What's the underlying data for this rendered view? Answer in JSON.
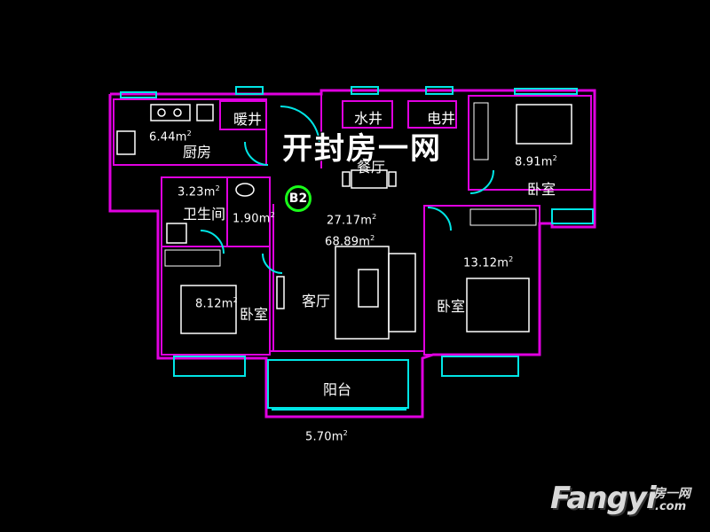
{
  "watermark": "开封房一网",
  "unit_badge": "B2",
  "rooms": {
    "kitchen": {
      "name": "厨房",
      "area": "6.44m",
      "sup": "2"
    },
    "heating_shaft": {
      "name": "暖井"
    },
    "water_shaft": {
      "name": "水井"
    },
    "electric_shaft": {
      "name": "电井"
    },
    "dining": {
      "name": "餐厅"
    },
    "bathroom": {
      "name": "卫生间",
      "area": "3.23m",
      "sup": "2"
    },
    "hall_small": {
      "area": "1.90m",
      "sup": "2"
    },
    "living": {
      "name": "客厅",
      "area": "27.17m",
      "sup": "2",
      "total_area": "68.89m",
      "total_sup": "2"
    },
    "bedroom_ne": {
      "name": "卧室",
      "area": "8.91m",
      "sup": "2"
    },
    "bedroom_sw": {
      "name": "卧室",
      "area": "8.12m",
      "sup": "2"
    },
    "bedroom_se": {
      "name": "卧室",
      "area": "13.12m",
      "sup": "2"
    },
    "balcony": {
      "name": "阳台",
      "area": "5.70m",
      "sup": "2"
    }
  },
  "brand": {
    "latin": "Fangyi",
    "cn": "房一网",
    "com": ".com"
  },
  "colors": {
    "wall": "#e000e0",
    "window": "#00e5e5",
    "furniture": "#ffffff",
    "badge_ring": "#1aff1a",
    "background": "#000000"
  }
}
